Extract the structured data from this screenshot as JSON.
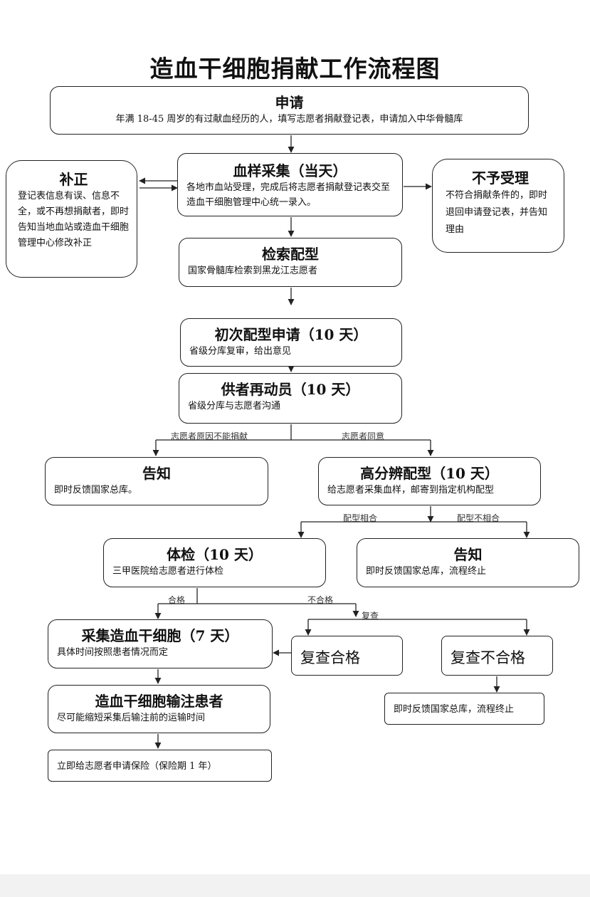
{
  "title": "造血干细胞捐献工作流程图",
  "apply": {
    "heading": "申请",
    "desc": "年满 18-45 周岁的有过献血经历的人，填写志愿者捐献登记表，申请加入中华骨髓库"
  },
  "correction": {
    "heading": "补正",
    "desc": "登记表信息有误、信息不全，或不再想捐献者，即时告知当地血站或造血干细胞管理中心修改补正"
  },
  "blood_sample": {
    "heading": "血样采集（当天）",
    "desc": "各地市血站受理，完成后将志愿者捐献登记表交至造血干细胞管理中心统一录入。"
  },
  "reject": {
    "heading": "不予受理",
    "desc": "不符合捐献条件的，即时退回申请登记表，并告知理由"
  },
  "search": {
    "heading": "检索配型",
    "desc": "国家骨髓库检索到黑龙江志愿者"
  },
  "initial_match": {
    "heading": "初次配型申请（10 天）",
    "desc": "省级分库复审，给出意见"
  },
  "remobilize": {
    "heading": "供者再动员（10 天）",
    "desc": "省级分库与志愿者沟通"
  },
  "label_cannot": "志愿者原因不能捐献",
  "label_agree": "志愿者同意",
  "notify1": {
    "heading": "告知",
    "desc": "即时反馈国家总库。"
  },
  "hires": {
    "heading": "高分辨配型（10 天）",
    "desc": "给志愿者采集血样，邮寄到指定机构配型"
  },
  "label_match": "配型相合",
  "label_nomatch": "配型不相合",
  "exam": {
    "heading": "体检（10 天）",
    "desc": "三甲医院给志愿者进行体检"
  },
  "notify2": {
    "heading": "告知",
    "desc": "即时反馈国家总库，流程终止"
  },
  "label_pass": "合格",
  "label_fail": "不合格",
  "label_recheck": "复查",
  "collect": {
    "heading": "采集造血干细胞（7 天）",
    "desc": "具体时间按照患者情况而定"
  },
  "recheck_pass": "复查合格",
  "recheck_fail": "复查不合格",
  "final_notify": "即时反馈国家总库，流程终止",
  "infuse": {
    "heading": "造血干细胞输注患者",
    "desc": "尽可能缩短采集后输注前的运输时间"
  },
  "insurance": "立即给志愿者申请保险（保险期 1 年）"
}
